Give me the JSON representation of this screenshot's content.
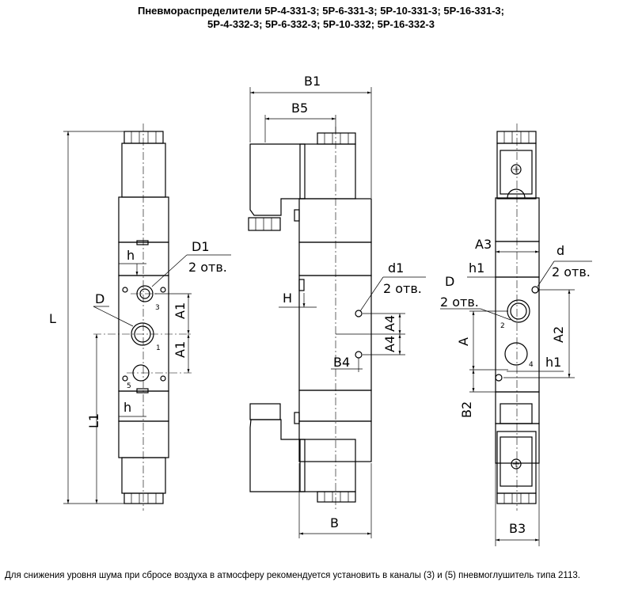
{
  "title": {
    "line1": "Пневмораспределители 5Р-4-331-3; 5Р-6-331-3; 5Р-10-331-3; 5Р-16-331-3;",
    "line2": "5Р-4-332-3; 5Р-6-332-3; 5Р-10-332; 5Р-16-332-3"
  },
  "front_view": {
    "dim_L": "L",
    "dim_L1": "L1",
    "dim_h": "h",
    "dim_h_bottom": "h",
    "dim_D": "D",
    "dim_D1": "D1",
    "holes_note": "2 отв.",
    "dim_A1_top": "A1",
    "dim_A1_bottom": "A1",
    "port_3": "3",
    "port_1": "1",
    "port_5": "5"
  },
  "side_view": {
    "dim_B1": "B1",
    "dim_B5": "B5",
    "dim_B": "B",
    "dim_H": "H",
    "dim_d1": "d1",
    "holes_note": "2 отв.",
    "dim_A4_top": "A4",
    "dim_A4_bottom": "A4",
    "dim_B4": "B4"
  },
  "back_view": {
    "dim_A3": "A3",
    "dim_h1_top": "h1",
    "dim_h1_bottom": "h1",
    "dim_d": "d",
    "holes_note_d": "2 отв.",
    "dim_D": "D",
    "holes_note_D": "2 отв.",
    "dim_A": "A",
    "dim_A2": "A2",
    "dim_B2": "B2",
    "dim_B3": "B3",
    "port_2": "2",
    "port_4": "4"
  },
  "footnote": "Для снижения уровня шума при сбросе воздуха в атмосферу рекомендуется установить в каналы (3) и (5) пневмоглушитель типа 2113."
}
